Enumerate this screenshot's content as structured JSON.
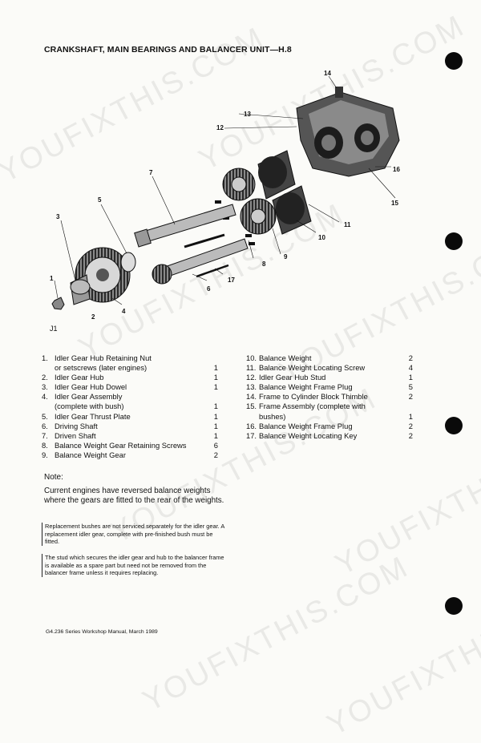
{
  "page": {
    "title": "CRANKSHAFT, MAIN BEARINGS AND BALANCER UNIT—H.8",
    "figure_code": "J1",
    "footer": "G4.236 Series Workshop Manual, March 1989",
    "watermark": "YOUFIXTHIS.COM"
  },
  "callouts": [
    "1",
    "2",
    "3",
    "4",
    "5",
    "6",
    "7",
    "8",
    "9",
    "10",
    "11",
    "12",
    "13",
    "14",
    "15",
    "16",
    "17"
  ],
  "parts_left": [
    {
      "num": "1.",
      "lines": [
        "Idler Gear Hub Retaining Nut",
        "or setscrews (later engines)"
      ],
      "qty": "1"
    },
    {
      "num": "2.",
      "lines": [
        "Idler Gear Hub"
      ],
      "qty": "1"
    },
    {
      "num": "3.",
      "lines": [
        "Idler Gear Hub Dowel"
      ],
      "qty": "1"
    },
    {
      "num": "4.",
      "lines": [
        "Idler Gear Assembly",
        "(complete with bush)"
      ],
      "qty": "1"
    },
    {
      "num": "5.",
      "lines": [
        "Idler Gear Thrust Plate"
      ],
      "qty": "1"
    },
    {
      "num": "6.",
      "lines": [
        "Driving Shaft"
      ],
      "qty": "1"
    },
    {
      "num": "7.",
      "lines": [
        "Driven Shaft"
      ],
      "qty": "1"
    },
    {
      "num": "8.",
      "lines": [
        "Balance Weight Gear Retaining Screws"
      ],
      "qty": "6"
    },
    {
      "num": "9.",
      "lines": [
        "Balance Weight Gear"
      ],
      "qty": "2"
    }
  ],
  "parts_right": [
    {
      "num": "10.",
      "lines": [
        "Balance Weight"
      ],
      "qty": "2"
    },
    {
      "num": "11.",
      "lines": [
        "Balance Weight Locating Screw"
      ],
      "qty": "4"
    },
    {
      "num": "12.",
      "lines": [
        "Idler Gear Hub Stud"
      ],
      "qty": "1"
    },
    {
      "num": "13.",
      "lines": [
        "Balance Weight Frame Plug"
      ],
      "qty": "5"
    },
    {
      "num": "14.",
      "lines": [
        "Frame to Cylinder Block Thimble"
      ],
      "qty": "2"
    },
    {
      "num": "15.",
      "lines": [
        "Frame Assembly (complete with",
        "bushes)"
      ],
      "qty": "1"
    },
    {
      "num": "16.",
      "lines": [
        "Balance Weight Frame Plug"
      ],
      "qty": "2"
    },
    {
      "num": "17.",
      "lines": [
        "Balance Weight Locating Key"
      ],
      "qty": "2"
    }
  ],
  "note": {
    "heading": "Note:",
    "body": "Current engines have reversed balance weights where the gears are fitted to the rear of the weights.",
    "small1": "Replacement bushes are not serviced separately for the idler gear. A replacement idler gear, complete with pre-finished bush must be fitted.",
    "small2": "The stud which secures the idler gear and hub to the balancer frame is available as a spare part but need not be removed from the balancer frame unless it requires replacing."
  }
}
